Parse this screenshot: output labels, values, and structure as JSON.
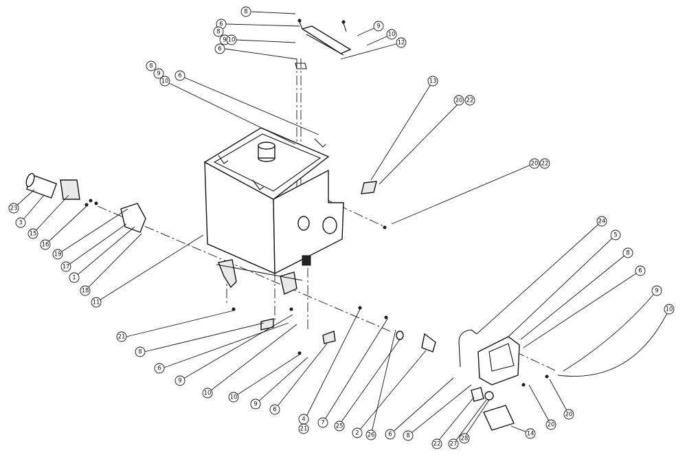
{
  "balloons": [
    {
      "id": "b1",
      "label": "8"
    },
    {
      "id": "b2",
      "label": "6"
    },
    {
      "id": "b3",
      "label": "8"
    },
    {
      "id": "b4",
      "label": "9"
    },
    {
      "id": "b5",
      "label": "10"
    },
    {
      "id": "b6",
      "label": "9"
    },
    {
      "id": "b7",
      "label": "10"
    },
    {
      "id": "b8",
      "label": "12"
    },
    {
      "id": "b9",
      "label": "6"
    },
    {
      "id": "b10",
      "label": "8"
    },
    {
      "id": "b11",
      "label": "9"
    },
    {
      "id": "b12",
      "label": "10"
    },
    {
      "id": "b13",
      "label": "6"
    },
    {
      "id": "b14",
      "label": "13"
    },
    {
      "id": "b15",
      "label": "20"
    },
    {
      "id": "b16",
      "label": "22"
    },
    {
      "id": "b17",
      "label": "20"
    },
    {
      "id": "b18",
      "label": "22"
    },
    {
      "id": "b19",
      "label": "23"
    },
    {
      "id": "b20",
      "label": "3"
    },
    {
      "id": "b21",
      "label": "15"
    },
    {
      "id": "b22",
      "label": "16"
    },
    {
      "id": "b23",
      "label": "19"
    },
    {
      "id": "b24",
      "label": "17"
    },
    {
      "id": "b25",
      "label": "1"
    },
    {
      "id": "b26",
      "label": "18"
    },
    {
      "id": "b27",
      "label": "11"
    },
    {
      "id": "b28",
      "label": "24"
    },
    {
      "id": "b29",
      "label": "5"
    },
    {
      "id": "b30",
      "label": "8"
    },
    {
      "id": "b31",
      "label": "6"
    },
    {
      "id": "b32",
      "label": "9"
    },
    {
      "id": "b33",
      "label": "10"
    },
    {
      "id": "b34",
      "label": "21"
    },
    {
      "id": "b35",
      "label": "8"
    },
    {
      "id": "b36",
      "label": "6"
    },
    {
      "id": "b37",
      "label": "9"
    },
    {
      "id": "b38",
      "label": "10"
    },
    {
      "id": "b39",
      "label": "10"
    },
    {
      "id": "b40",
      "label": "9"
    },
    {
      "id": "b41",
      "label": "6"
    },
    {
      "id": "b42",
      "label": "4"
    },
    {
      "id": "b43",
      "label": "21"
    },
    {
      "id": "b44",
      "label": "7"
    },
    {
      "id": "b45",
      "label": "25"
    },
    {
      "id": "b46",
      "label": "2"
    },
    {
      "id": "b47",
      "label": "26"
    },
    {
      "id": "b48",
      "label": "6"
    },
    {
      "id": "b49",
      "label": "8"
    },
    {
      "id": "b50",
      "label": "22"
    },
    {
      "id": "b51",
      "label": "27"
    },
    {
      "id": "b52",
      "label": "28"
    },
    {
      "id": "b53",
      "label": "14"
    },
    {
      "id": "b54",
      "label": "20"
    },
    {
      "id": "b55",
      "label": "20"
    }
  ]
}
